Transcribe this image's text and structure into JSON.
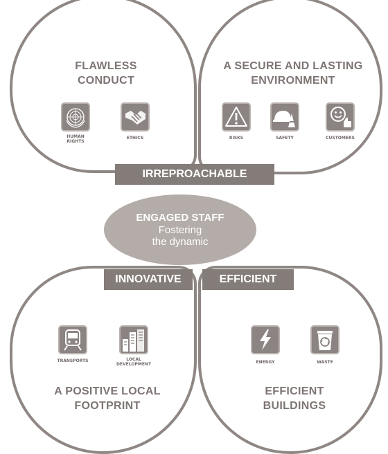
{
  "petals": {
    "top_left": {
      "title": "FLAWLESS\nCONDUCT",
      "icons": [
        {
          "name": "un-emblem-icon",
          "label": "HUMAN\nRIGHTS"
        },
        {
          "name": "handshake-icon",
          "label": "ETHICS"
        }
      ]
    },
    "top_right": {
      "title": "A SECURE AND LASTING\nENVIRONMENT",
      "icons": [
        {
          "name": "warning-triangle-icon",
          "label": "RISKS"
        },
        {
          "name": "hard-hat-cone-icon",
          "label": "SAFETY"
        },
        {
          "name": "smiley-thumbs-up-icon",
          "label": "CUSTOMERS"
        }
      ]
    },
    "bottom_left": {
      "title": "A POSITIVE LOCAL\nFOOTPRINT",
      "icons": [
        {
          "name": "train-icon",
          "label": "TRANSPORTS"
        },
        {
          "name": "city-buildings-icon",
          "label": "LOCAL\nDEVELOPMENT"
        }
      ]
    },
    "bottom_right": {
      "title": "EFFICIENT\nBUILDINGS",
      "icons": [
        {
          "name": "lightning-bolt-icon",
          "label": "ENERGY"
        },
        {
          "name": "recycling-bin-icon",
          "label": "WASTE"
        }
      ]
    }
  },
  "bars": {
    "irreproachable": "IRREPROACHABLE",
    "innovative": "INNOVATIVE",
    "efficient": "EFFICIENT"
  },
  "center": {
    "title": "ENGAGED STAFF",
    "line1": "Fostering",
    "line2": "the dynamic"
  },
  "colors": {
    "outline": "#8f8784",
    "bar": "#847c79",
    "center": "#b3aca9",
    "icon_box": "#8c8482",
    "text": "#7d7573"
  }
}
